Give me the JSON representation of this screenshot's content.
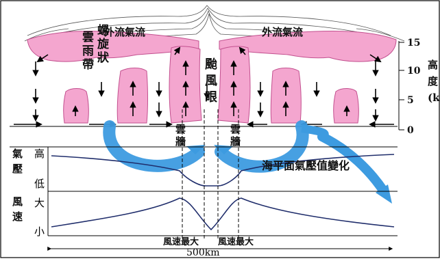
{
  "labels": {
    "outflow_left": "外流氣流",
    "outflow_right": "外流氣流",
    "rain_band": "雲\n雨\n帶",
    "spiral": "螺\n旋\n狀",
    "eye": "颱\n風\n眼",
    "eyewall_left": "雲\n牆",
    "eyewall_right": "雲\n牆",
    "pressure_change": "海平面氣壓值變化",
    "pressure_axis": "氣\n壓",
    "wind_axis": "風\n速",
    "high": "高",
    "low": "低",
    "big": "大",
    "small": "小",
    "max_wind_left": "風速最大",
    "max_wind_right": "風速最大",
    "scale": "500km",
    "height_axis": "高\n度\n(km)"
  },
  "height_ticks": [
    "15",
    "10",
    "5",
    "0"
  ],
  "colors": {
    "cloud": "#f4a6cf",
    "cloud_edge": "#c24f8e",
    "inflow_arrow": "#3d9be0",
    "curve": "#1f2d6b"
  },
  "chart_data": [
    {
      "type": "line",
      "name": "sea-level pressure",
      "ylabel": "氣壓",
      "y_levels": [
        "低",
        "高"
      ],
      "shape": "high at edges, gradual decline toward center, sharp drop at eyewall, flat minimum in eye"
    },
    {
      "type": "line",
      "name": "wind speed",
      "ylabel": "風速",
      "y_levels": [
        "小",
        "大"
      ],
      "shape": "low at edges, rising to maximum at eyewalls, near zero in eye"
    }
  ]
}
